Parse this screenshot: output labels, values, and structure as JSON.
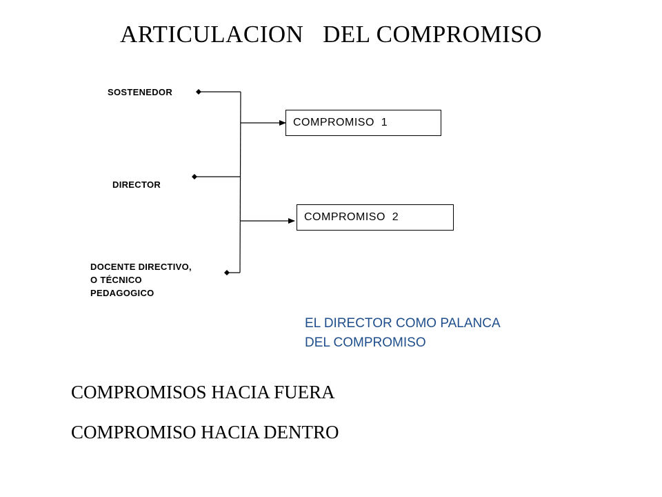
{
  "title": "ARTICULACION   DEL COMPROMISO",
  "actors": [
    {
      "id": "sostenedor",
      "label": "SOSTENEDOR"
    },
    {
      "id": "director",
      "label": "DIRECTOR"
    },
    {
      "id": "docente",
      "label": "DOCENTE DIRECTIVO,\nO TÉCNICO\nPEDAGOGICO"
    }
  ],
  "commitments": [
    {
      "id": "c1",
      "label": "COMPROMISO  1"
    },
    {
      "id": "c2",
      "label": "COMPROMISO  2"
    }
  ],
  "note": "EL DIRECTOR COMO PALANCA\nDEL COMPROMISO",
  "bottom_lines": [
    "COMPROMISOS HACIA FUERA",
    "COMPROMISO HACIA DENTRO"
  ],
  "colors": {
    "note_text": "#1f4e8c",
    "lines": "#000000"
  }
}
